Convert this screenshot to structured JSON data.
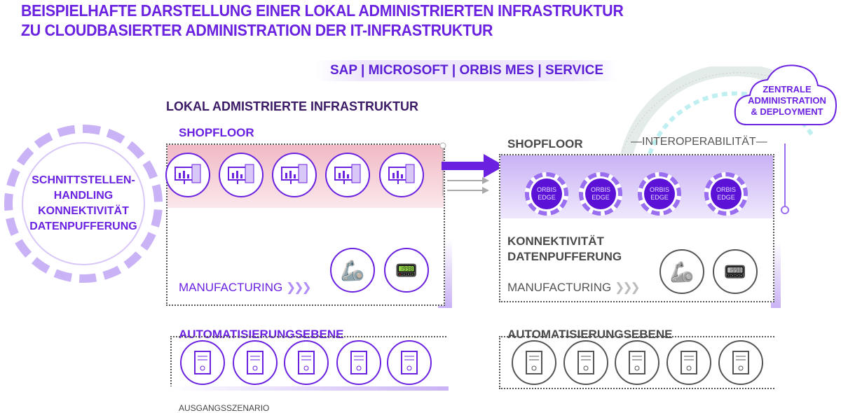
{
  "title": {
    "line1": "BEISPIELHAFTE DARSTELLUNG EINER LOKAL ADMINISTRIERTEN INFRASTRUKTUR",
    "line2": "ZU CLOUDBASIERTER ADMINISTRATION DER IT-INFRASTRUKTUR"
  },
  "banner": "SAP | MICROSOFT | ORBIS MES | SERVICE",
  "cloud": {
    "line1": "ZENTRALE",
    "line2": "ADMINISTRATION",
    "line3": "& DEPLOYMENT"
  },
  "left_circle": {
    "line1": "SCHNITTSTELLEN-",
    "line2": "HANDLING",
    "line3": "KONNEKTIVITÄT",
    "line4": "DATENPUFFERUNG"
  },
  "left": {
    "heading": "LOKAL ADMISTRIERTE INFRASTRUKTUR",
    "shopfloor": "SHOPFLOOR",
    "manufacturing": "MANUFACTURING",
    "automation": "AUTOMATISIERUNGSEBENE",
    "caption": "AUSGANGSSZENARIO"
  },
  "right": {
    "shopfloor": "SHOPFLOOR",
    "interoperability": "INTEROPERABILITÄT",
    "edge_label1": "ORBIS",
    "edge_label2": "EDGE",
    "connectivity": "KONNEKTIVITÄT",
    "buffering": "DATENPUFFERUNG",
    "manufacturing": "MANUFACTURING",
    "automation": "AUTOMATISIERUNGSEBENE"
  },
  "colors": {
    "accent": "#6a22e0",
    "light": "#d9c8f7",
    "grey": "#555555"
  }
}
